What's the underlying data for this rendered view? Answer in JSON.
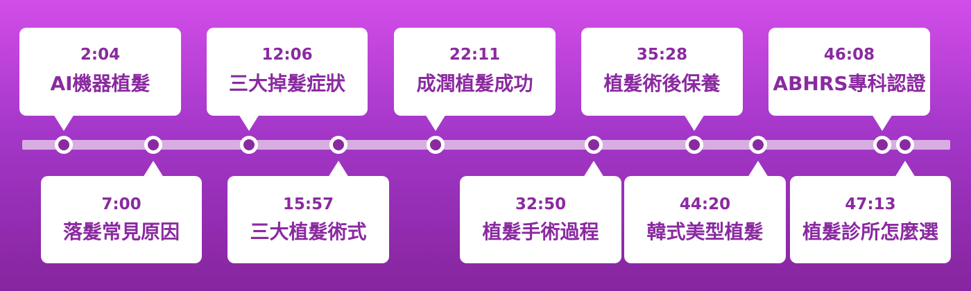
{
  "theme": {
    "background_top": "#d24de9",
    "background_bottom": "#86259e",
    "accent": "#8a2aa0",
    "track": "#d8aee2"
  },
  "timeline": {
    "top": [
      {
        "time": "2:04",
        "title": "AI機器植髮"
      },
      {
        "time": "12:06",
        "title": "三大掉髮症狀"
      },
      {
        "time": "22:11",
        "title": "成潤植髮成功"
      },
      {
        "time": "35:28",
        "title": "植髮術後保養"
      },
      {
        "time": "46:08",
        "title": "ABHRS專科認證"
      }
    ],
    "bottom": [
      {
        "time": "7:00",
        "title": "落髮常見原因"
      },
      {
        "time": "15:57",
        "title": "三大植髮術式"
      },
      {
        "time": "32:50",
        "title": "植髮手術過程"
      },
      {
        "time": "44:20",
        "title": "韓式美型植髮"
      },
      {
        "time": "47:13",
        "title": "植髮診所怎麼選"
      }
    ]
  }
}
